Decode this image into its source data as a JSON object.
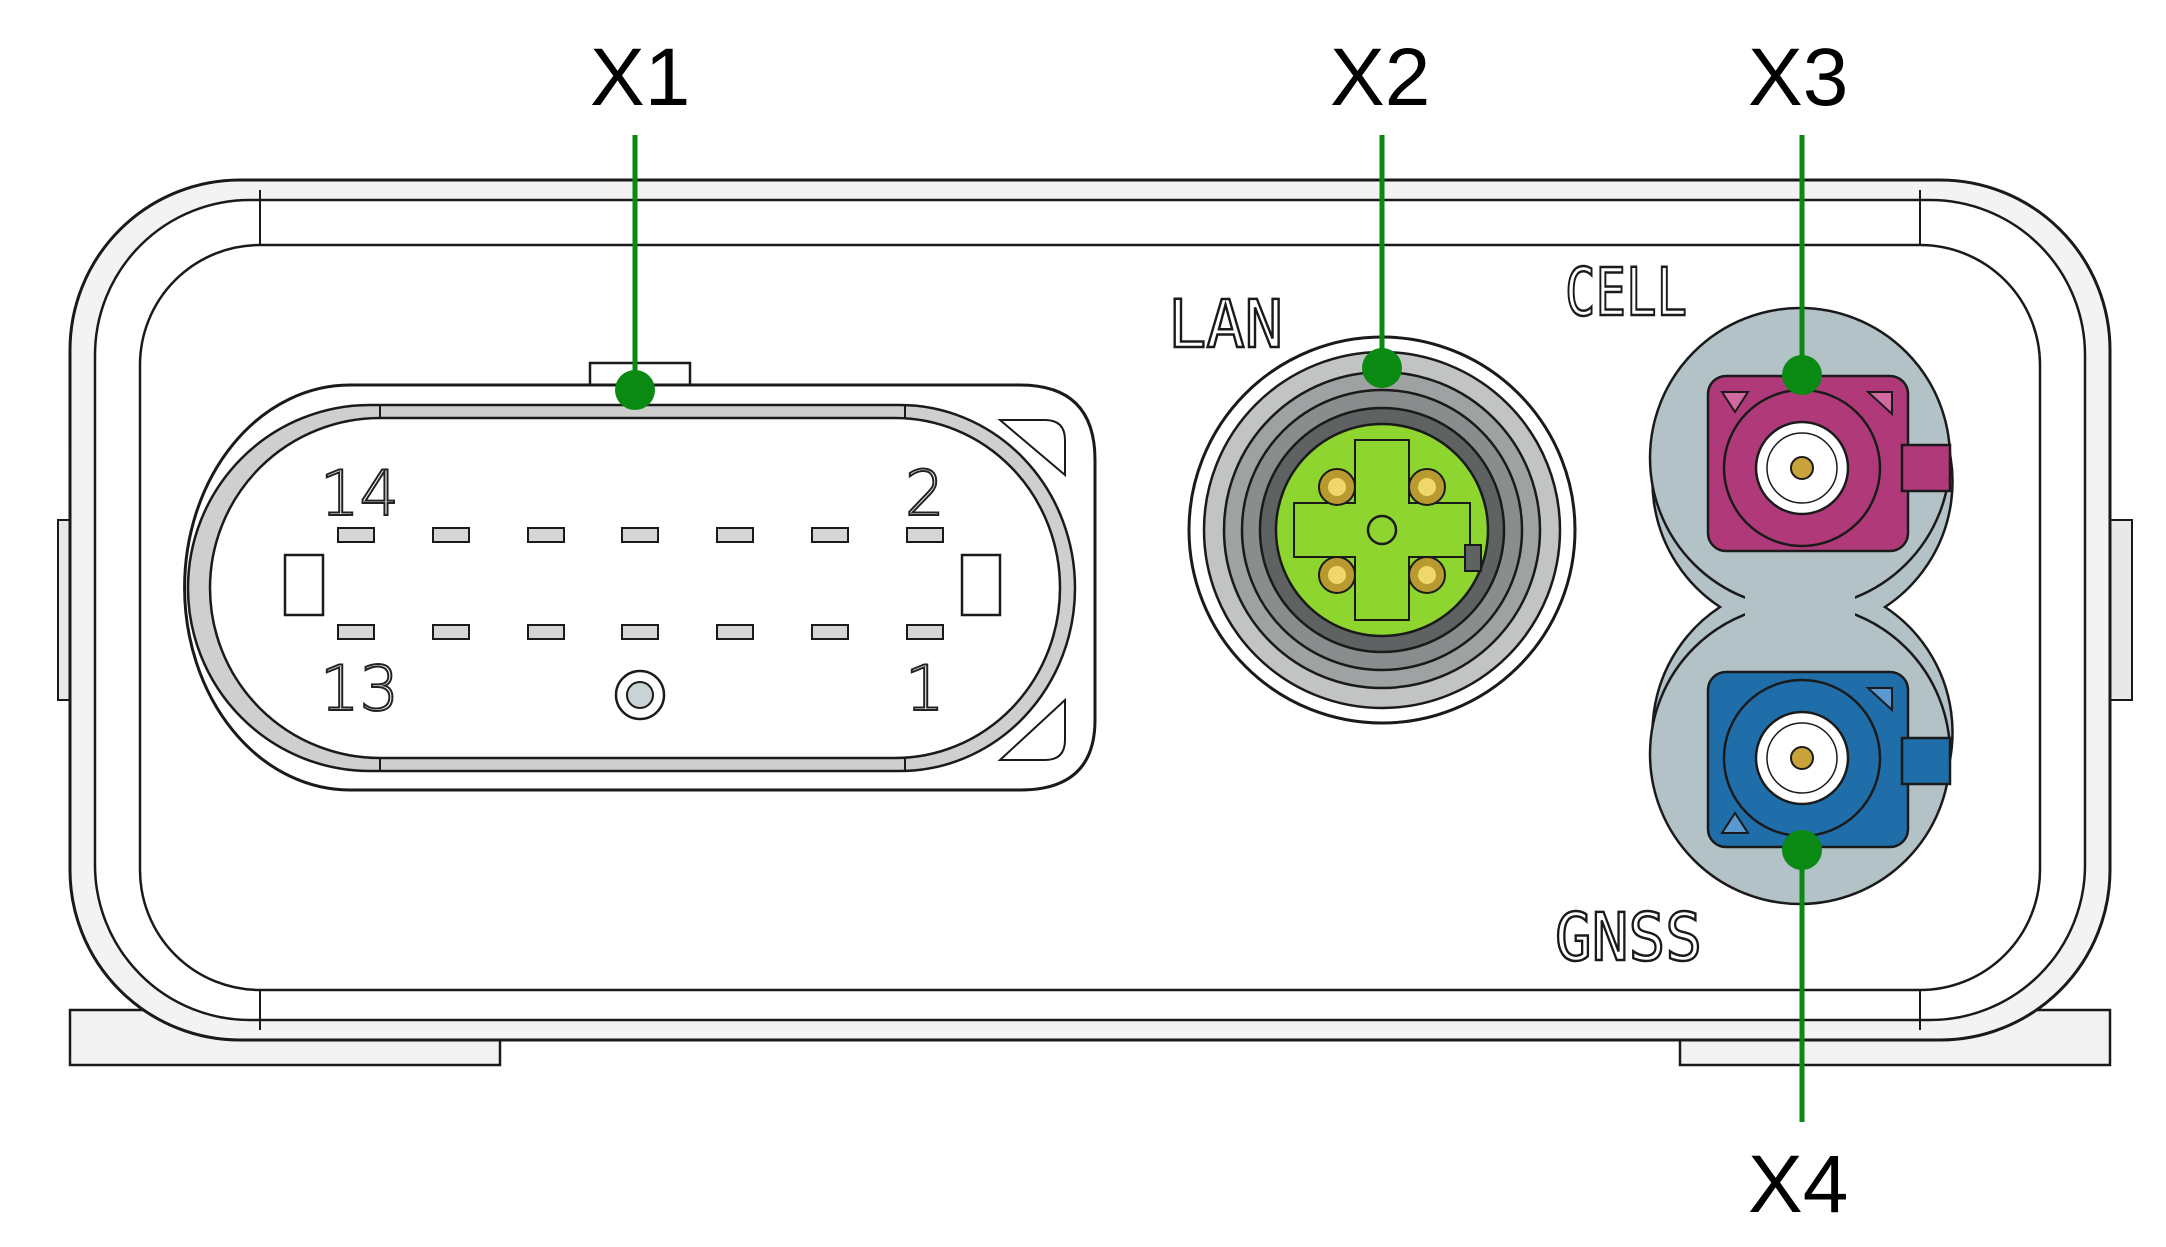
{
  "callouts": {
    "x1": "X1",
    "x2": "X2",
    "x3": "X3",
    "x4": "X4"
  },
  "engravings": {
    "lan": "LAN",
    "cell": "CELL",
    "gnss": "GNSS"
  },
  "pin_numbers": {
    "top_left": "14",
    "top_right": "2",
    "bottom_left": "13",
    "bottom_right": "1"
  },
  "colors": {
    "callout_line": "#0a8a12",
    "callout_dot": "#0a8a12",
    "lan_insert": "#8ed62f",
    "cell_connector": "#b03a79",
    "gnss_connector": "#1f6eaa",
    "rf_backplate": "#b3c2c7",
    "housing_outline": "#1a1a1a"
  }
}
